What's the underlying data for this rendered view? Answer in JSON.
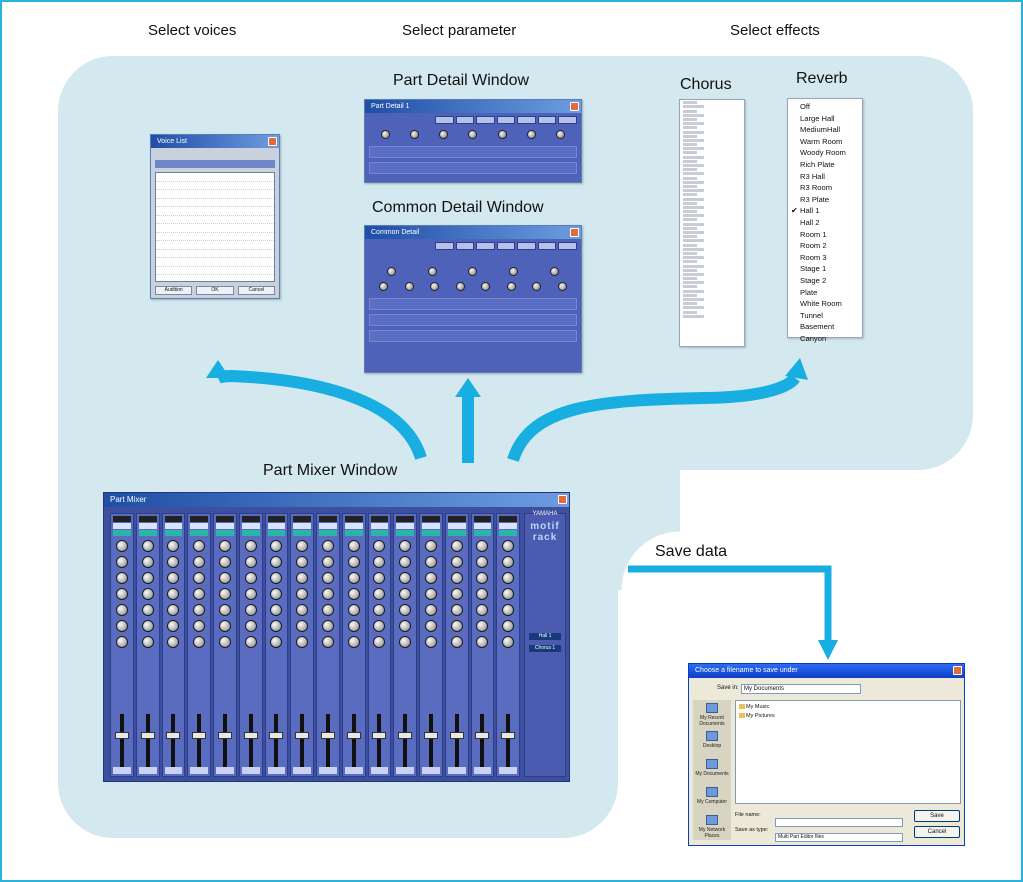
{
  "headings": {
    "select_voices": "Select voices",
    "select_parameter": "Select parameter",
    "select_effects": "Select effects",
    "part_detail_window": "Part Detail Window",
    "common_detail_window": "Common Detail Window",
    "chorus": "Chorus",
    "reverb": "Reverb",
    "part_mixer_window": "Part Mixer Window",
    "save_data": "Save data"
  },
  "voice_list": {
    "title": "Voice List",
    "buttons": [
      "Audition",
      "OK",
      "Cancel"
    ]
  },
  "part_detail": {
    "title": "Part Detail 1"
  },
  "common_detail": {
    "title": "Common Detail"
  },
  "reverb_menu": {
    "items": [
      "Off",
      "Large Hall",
      "MediumHall",
      "Warm Room",
      "Woody Room",
      "Rich Plate",
      "R3 Hall",
      "R3 Room",
      "R3 Plate",
      "Hall 1",
      "Hall 2",
      "Room 1",
      "Room 2",
      "Room 3",
      "Stage 1",
      "Stage 2",
      "Plate",
      "White Room",
      "Tunnel",
      "Basement",
      "Canyon"
    ],
    "checked_item": "Hall 1",
    "check_icon": "checkmark-icon"
  },
  "mixer": {
    "title": "Part Mixer",
    "brand": "YAMAHA",
    "logo": "motif rack",
    "reverb_value": "Hall 1",
    "chorus_value": "Chorus 1"
  },
  "save_dialog": {
    "title": "Choose a filename to save under",
    "look_in_label": "Save in:",
    "look_in_value": "My Documents",
    "files": [
      "My Music",
      "My Pictures"
    ],
    "places": [
      "My Recent Documents",
      "Desktop",
      "My Documents",
      "My Computer",
      "My Network Places"
    ],
    "filename_label": "File name:",
    "filetype_label": "Save as type:",
    "filetype_value": "Multi Part Editor files",
    "save_button": "Save",
    "cancel_button": "Cancel"
  },
  "colors": {
    "frame": "#29b2dc",
    "backdrop": "#d3e8ef",
    "arrow": "#19aee2"
  }
}
